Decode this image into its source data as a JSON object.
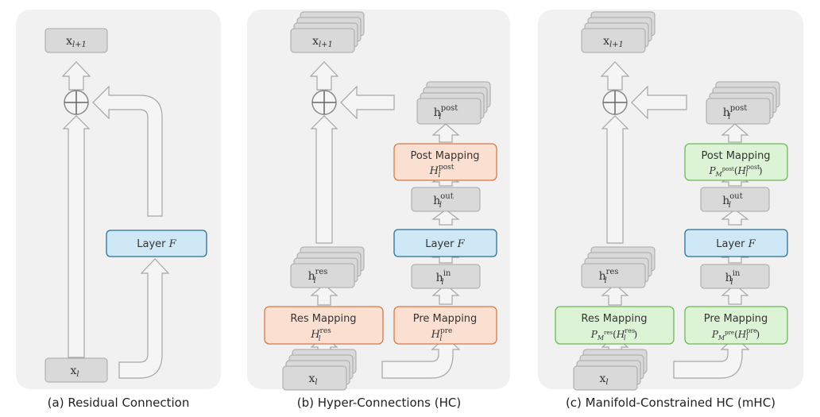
{
  "panel_a": {
    "caption": "(a) Residual Connection",
    "x_out": {
      "base": "x",
      "sub": "l+1"
    },
    "x_in": {
      "base": "x",
      "sub": "l"
    },
    "layer": {
      "text": "Layer",
      "symbol": "F"
    }
  },
  "panel_b": {
    "caption": "(b) Hyper-Connections (HC)",
    "x_out": {
      "base": "x",
      "sub": "l+1"
    },
    "x_in": {
      "base": "x",
      "sub": "l"
    },
    "h_post": {
      "base": "h",
      "sub": "l",
      "sup": "post"
    },
    "post_mapping": {
      "title": "Post Mapping",
      "base": "H",
      "sub": "l",
      "sup": "post"
    },
    "h_out": {
      "base": "h",
      "sub": "l",
      "sup": "out"
    },
    "layer": {
      "text": "Layer",
      "symbol": "F"
    },
    "h_in": {
      "base": "h",
      "sub": "l",
      "sup": "in"
    },
    "h_res": {
      "base": "h",
      "sub": "l",
      "sup": "res"
    },
    "res_mapping": {
      "title": "Res Mapping",
      "base": "H",
      "sub": "l",
      "sup": "res"
    },
    "pre_mapping": {
      "title": "Pre Mapping",
      "base": "H",
      "sub": "l",
      "sup": "pre"
    }
  },
  "panel_c": {
    "caption": "(c) Manifold-Constrained HC (mHC)",
    "x_out": {
      "base": "x",
      "sub": "l+1"
    },
    "x_in": {
      "base": "x",
      "sub": "l"
    },
    "h_post": {
      "base": "h",
      "sub": "l",
      "sup": "post"
    },
    "post_mapping": {
      "title": "Post Mapping",
      "proj": "P",
      "proj_sub": "M",
      "proj_sup": "post",
      "base": "H",
      "sub": "l",
      "sup": "post"
    },
    "h_out": {
      "base": "h",
      "sub": "l",
      "sup": "out"
    },
    "layer": {
      "text": "Layer",
      "symbol": "F"
    },
    "h_in": {
      "base": "h",
      "sub": "l",
      "sup": "in"
    },
    "h_res": {
      "base": "h",
      "sub": "l",
      "sup": "res"
    },
    "res_mapping": {
      "title": "Res Mapping",
      "proj": "P",
      "proj_sub": "M",
      "proj_sup": "res",
      "base": "H",
      "sub": "l",
      "sup": "res"
    },
    "pre_mapping": {
      "title": "Pre Mapping",
      "proj": "P",
      "proj_sub": "M",
      "proj_sup": "pre",
      "base": "H",
      "sub": "l",
      "sup": "pre"
    }
  },
  "colors": {
    "panel_bg": "#f1f1f1",
    "box_gray": "#d9d9d9",
    "box_gray_stroke": "#a6a6a6",
    "layer_fill": "#cfe8f6",
    "layer_stroke": "#2f6f93",
    "hc_fill": "#fbe0d2",
    "hc_stroke": "#d9774a",
    "mhc_fill": "#ddf3d6",
    "mhc_stroke": "#6cb85a",
    "arrow_fill": "#f5f5f5",
    "arrow_stroke": "#a6a6a6"
  }
}
